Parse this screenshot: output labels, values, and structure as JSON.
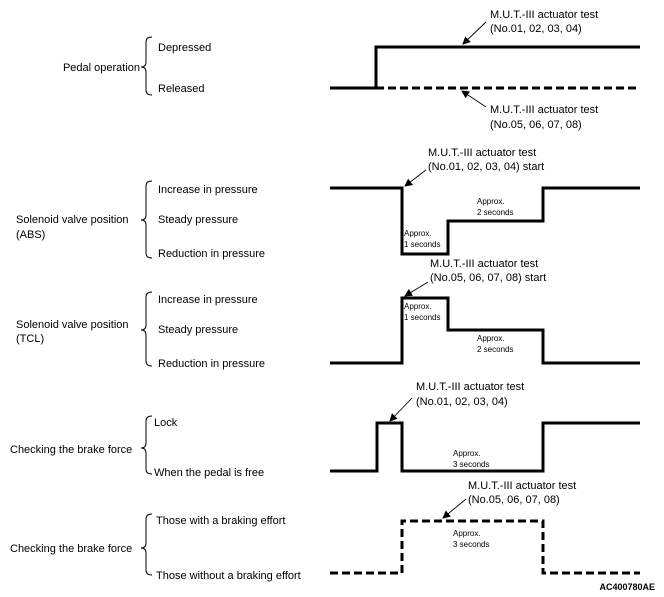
{
  "figure_code": "AC400780AE",
  "rows": [
    {
      "label": [
        "Pedal operation"
      ],
      "states": [
        "Depressed",
        "Released"
      ],
      "annotations": [
        [
          "M.U.T.-III actuator test",
          "(No.01, 02, 03, 04)"
        ],
        [
          "M.U.T.-III actuator test",
          "(No.05, 06, 07, 08)"
        ]
      ]
    },
    {
      "label": [
        "Solenoid valve position",
        "(ABS)"
      ],
      "states": [
        "Increase in pressure",
        "Steady pressure",
        "Reduction in pressure"
      ],
      "annotations": [
        [
          "M.U.T.-III actuator test",
          "(No.01, 02, 03, 04) start"
        ],
        [
          "Approx.",
          "1 seconds"
        ],
        [
          "Approx.",
          "2 seconds"
        ]
      ]
    },
    {
      "label": [
        "Solenoid valve position",
        "(TCL)"
      ],
      "states": [
        "Increase in pressure",
        "Steady pressure",
        "Reduction in pressure"
      ],
      "annotations": [
        [
          "M.U.T.-III actuator test",
          "(No.05, 06, 07, 08) start"
        ],
        [
          "Approx.",
          "1 seconds"
        ],
        [
          "Approx.",
          "2 seconds"
        ]
      ]
    },
    {
      "label": [
        "Checking the brake force"
      ],
      "states": [
        "Lock",
        "When the pedal is free"
      ],
      "annotations": [
        [
          "M.U.T.-III actuator test",
          "(No.01, 02, 03, 04)"
        ],
        [
          "Approx.",
          "3 seconds"
        ]
      ]
    },
    {
      "label": [
        "Checking the brake force"
      ],
      "states": [
        "Those with a braking effort",
        "Those without a braking effort"
      ],
      "annotations": [
        [
          "M.U.T.-III actuator test",
          "(No.05, 06, 07, 08)"
        ],
        [
          "Approx.",
          "3 seconds"
        ]
      ]
    }
  ]
}
